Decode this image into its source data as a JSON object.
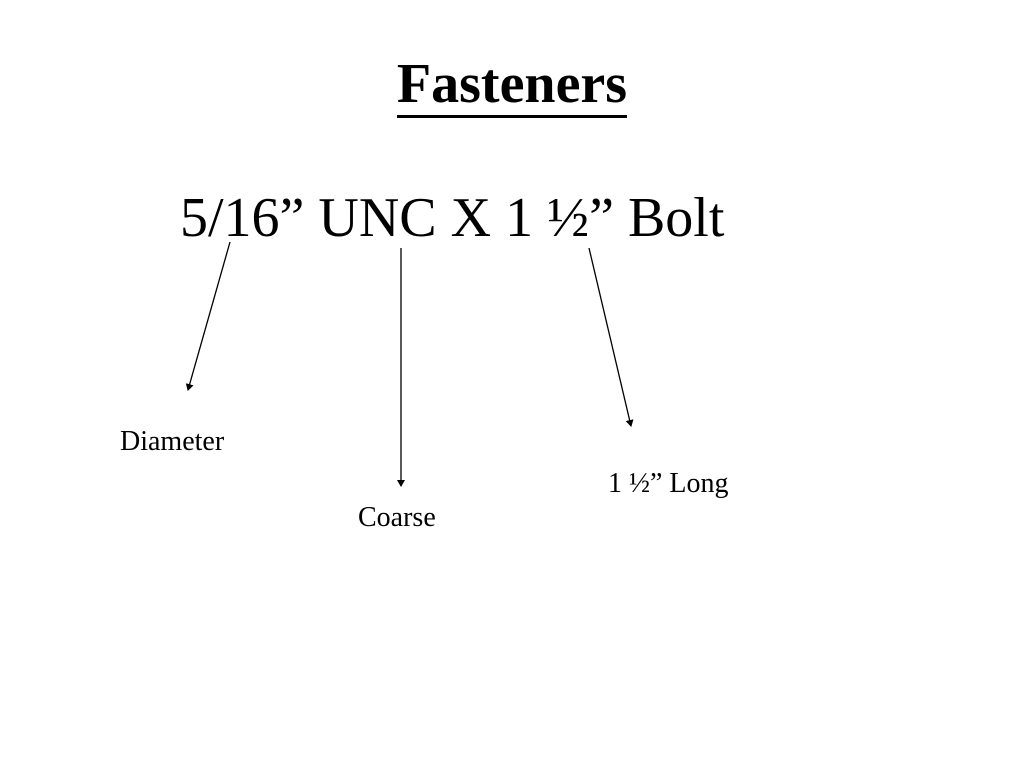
{
  "slide": {
    "title": "Fasteners",
    "specification": "5/16” UNC X 1 ½” Bolt",
    "labels": {
      "diameter": "Diameter",
      "thread": "Coarse",
      "length": "1 ½” Long"
    }
  }
}
